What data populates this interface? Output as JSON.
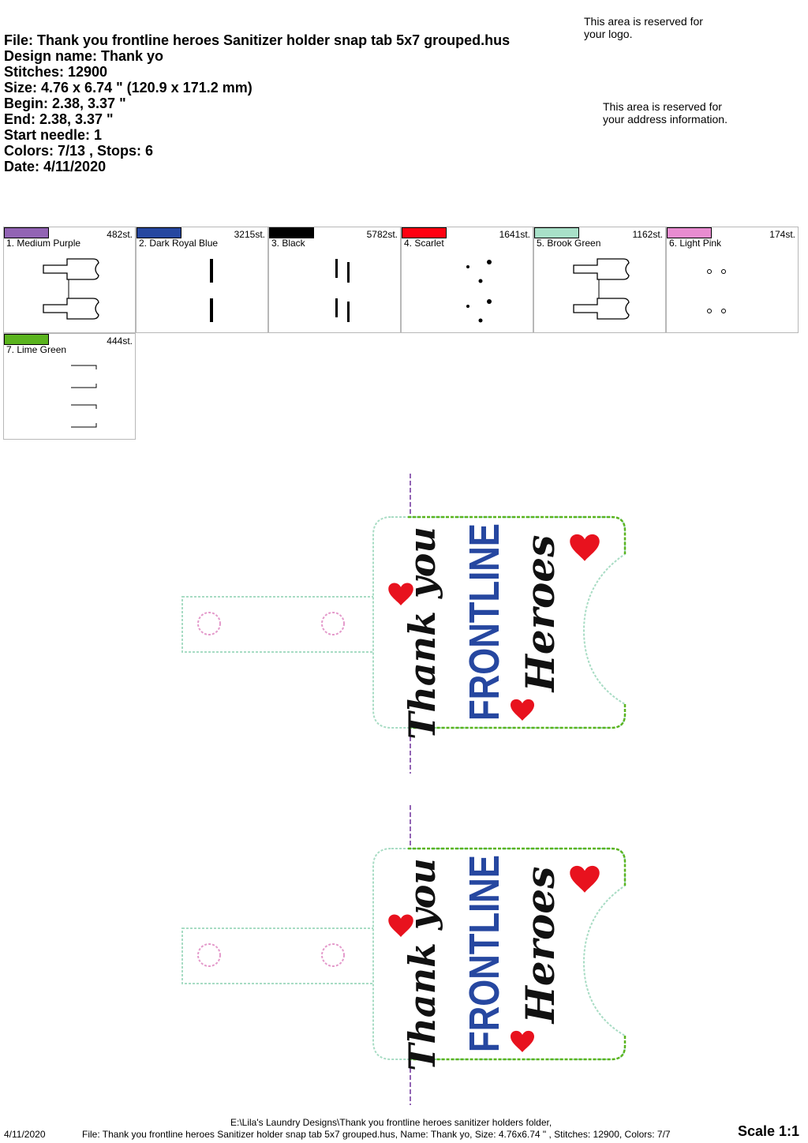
{
  "header": {
    "file": "File: Thank you frontline heroes Sanitizer holder snap tab 5x7 grouped.hus",
    "design_name": "Design name: Thank yo",
    "stitches": "Stitches: 12900",
    "size": "Size: 4.76 x 6.74 \" (120.9 x 171.2 mm)",
    "begin": "Begin: 2.38, 3.37 \"",
    "end": "End: 2.38, 3.37 \"",
    "start_needle": "Start needle: 1",
    "colors": "Colors: 7/13 , Stops: 6",
    "date": "Date: 4/11/2020"
  },
  "reserved": {
    "logo": "This area is reserved for\nyour logo.",
    "address": "This area is reserved for\nyour address information."
  },
  "colors": [
    {
      "label": "1. Medium Purple",
      "stitches": "482st.",
      "hex": "#9264b4",
      "thumb": "outline"
    },
    {
      "label": "2. Dark Royal Blue",
      "stitches": "3215st.",
      "hex": "#2647a0",
      "thumb": "bars"
    },
    {
      "label": "3. Black",
      "stitches": "5782st.",
      "hex": "#000000",
      "thumb": "text"
    },
    {
      "label": "4. Scarlet",
      "stitches": "1641st.",
      "hex": "#ff0010",
      "thumb": "dots"
    },
    {
      "label": "5. Brook Green",
      "stitches": "1162st.",
      "hex": "#a8e0c8",
      "thumb": "outline"
    },
    {
      "label": "6. Light Pink",
      "stitches": "174st.",
      "hex": "#e88cd0",
      "thumb": "circles"
    },
    {
      "label": "7. Lime Green",
      "stitches": "444st.",
      "hex": "#5ab41e",
      "thumb": "brackets"
    }
  ],
  "preview": {
    "line1": "Thank you",
    "line2": "FRONTLINE",
    "line3": "Heroes",
    "colors": {
      "purple": "#9264b4",
      "blue": "#2647a0",
      "black": "#111111",
      "red": "#e8121e",
      "brook_green": "#a8dcc4",
      "pink": "#e49acb",
      "lime": "#5ab41e"
    }
  },
  "footer": {
    "date": "4/11/2020",
    "path": "E:\\Lila's Laundry Designs\\Thank you frontline heroes sanitizer holders folder,",
    "file": "File: Thank you frontline heroes Sanitizer holder snap tab 5x7 grouped.hus, Name: Thank yo, Size: 4.76x6.74 \" , Stitches: 12900, Colors: 7/7",
    "scale": "Scale 1:1"
  }
}
